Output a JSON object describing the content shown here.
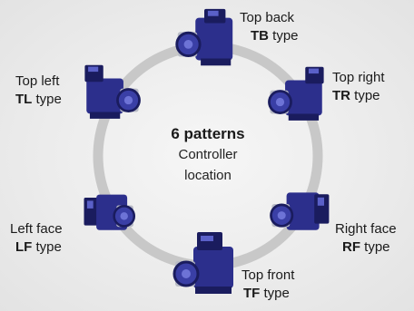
{
  "center": {
    "title": "6 patterns",
    "line1": "Controller",
    "line2": "location"
  },
  "colors": {
    "ring": "#c8c8c8",
    "pump_body": "#2c2f8c",
    "pump_dark": "#1a1c5e",
    "pump_highlight": "#5a60c8",
    "head_metal": "#b9bcc6",
    "background": "#ececec"
  },
  "patterns": [
    {
      "id": "tb",
      "name": "Top back",
      "code": "TB",
      "suffix": "type",
      "icon": "pump-icon"
    },
    {
      "id": "tr",
      "name": "Top right",
      "code": "TR",
      "suffix": "type",
      "icon": "pump-icon"
    },
    {
      "id": "rf",
      "name": "Right face",
      "code": "RF",
      "suffix": "type",
      "icon": "pump-icon"
    },
    {
      "id": "tf",
      "name": "Top front",
      "code": "TF",
      "suffix": "type",
      "icon": "pump-icon"
    },
    {
      "id": "lf",
      "name": "Left face",
      "code": "LF",
      "suffix": "type",
      "icon": "pump-icon"
    },
    {
      "id": "tl",
      "name": "Top left",
      "code": "TL",
      "suffix": "type",
      "icon": "pump-icon"
    }
  ]
}
